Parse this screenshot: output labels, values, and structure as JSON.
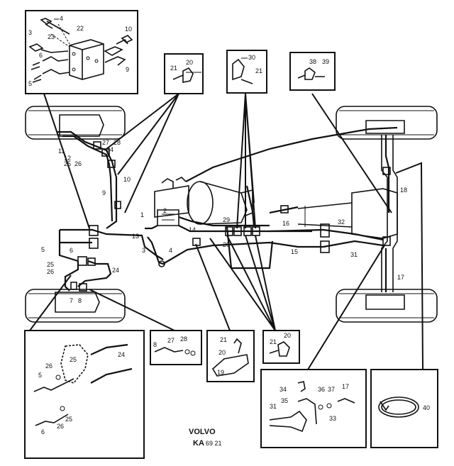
{
  "brand": {
    "name": "VOLVO",
    "code_prefix": "KA",
    "code_number": "69 21"
  },
  "callouts": {
    "c1": "1",
    "c2": "2",
    "c3": "3",
    "c4": "4",
    "c5": "5",
    "c6": "6",
    "c7": "7",
    "c8": "8",
    "c9": "9",
    "c10": "10",
    "c11": "11",
    "c12": "12",
    "c13": "13",
    "c14": "14",
    "c15": "15",
    "c16": "16",
    "c17": "17",
    "c18": "18",
    "c19": "19",
    "c20": "20",
    "c21": "21",
    "c22": "22",
    "c23": "23",
    "c24": "24",
    "c25": "25",
    "c26": "26",
    "c27": "27",
    "c28": "28",
    "c29": "29",
    "c30": "30",
    "c31": "31",
    "c32": "32",
    "c33": "33",
    "c34": "34",
    "c35": "35",
    "c36": "36",
    "c37": "37",
    "c38": "38",
    "c39": "39",
    "c40": "40"
  }
}
